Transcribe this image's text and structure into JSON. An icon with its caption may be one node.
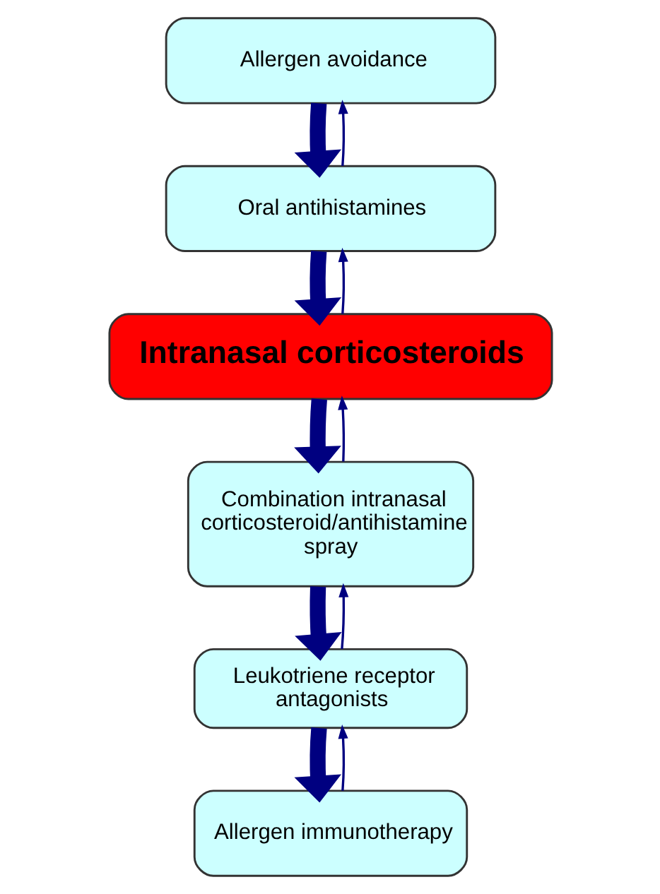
{
  "diagram": {
    "nodes": [
      {
        "text": [
          "Allergen avoidance"
        ]
      },
      {
        "text": [
          "Oral antihistamines"
        ]
      },
      {
        "text": [
          "Intranasal corticosteroids"
        ]
      },
      {
        "text": [
          "Combination intranasal corticosteroid/antihistamine spray"
        ]
      },
      {
        "text": [
          "Leukotriene receptor antagonists"
        ]
      },
      {
        "text": [
          "Allergen immunotherapy"
        ]
      }
    ],
    "edges": [
      {
        "from": 0,
        "to": 1,
        "arrow": "to",
        "style": "thick"
      },
      {
        "from": 1,
        "to": 0,
        "arrow": "to"
      },
      {
        "from": 1,
        "to": 2,
        "arrow": "to",
        "style": "thick"
      },
      {
        "from": 2,
        "to": 1,
        "arrow": "to"
      },
      {
        "from": 2,
        "to": 3,
        "arrow": "to",
        "style": "thick"
      },
      {
        "from": 3,
        "to": 2,
        "arrow": "to"
      },
      {
        "from": 3,
        "to": 4,
        "arrow": "to",
        "style": "thick"
      },
      {
        "from": 4,
        "to": 3,
        "arrow": "to"
      },
      {
        "from": 4,
        "to": 5,
        "arrow": "to",
        "style": "thick"
      },
      {
        "from": 5,
        "to": 4,
        "arrow": "to"
      }
    ]
  }
}
